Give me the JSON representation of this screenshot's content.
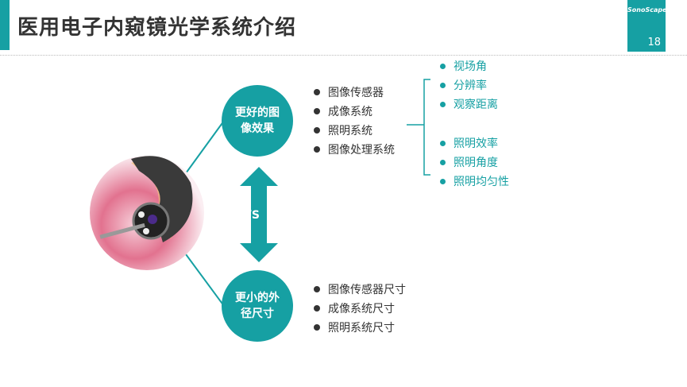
{
  "header": {
    "title": "医用电子内窥镜光学系统介绍",
    "brand": "SonoScape",
    "page_number": "18"
  },
  "diagram": {
    "top_node": "更好的图像效果",
    "bottom_node": "更小的外径尺寸",
    "vs_label": "VS",
    "top_items": [
      "图像传感器",
      "成像系统",
      "照明系统",
      "图像处理系统"
    ],
    "bottom_items": [
      "图像传感器尺寸",
      "成像系统尺寸",
      "照明系统尺寸"
    ],
    "detail_items": [
      "视场角",
      "分辨率",
      "观察距离",
      "照明效率",
      "照明角度",
      "照明均匀性"
    ]
  },
  "colors": {
    "accent": "#16a0a3"
  }
}
